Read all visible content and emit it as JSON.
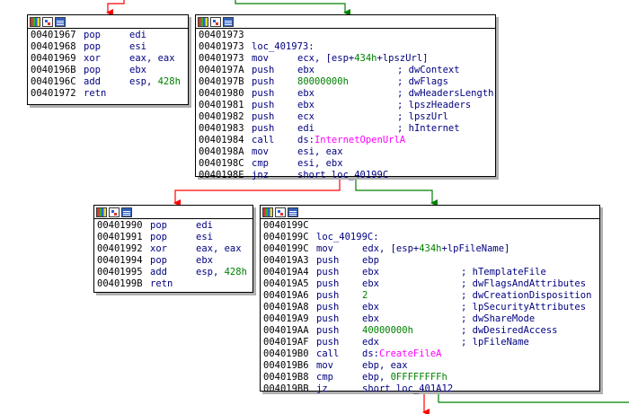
{
  "colors": {
    "false_branch": "#ff0000",
    "true_branch": "#008000",
    "address": "#000000",
    "instruction": "#000080",
    "immediate": "#008000",
    "import": "#ff00ff"
  },
  "icons": [
    "color-palette-icon",
    "graph-view-icon",
    "text-view-icon"
  ],
  "blocks": [
    {
      "id": "block-401967",
      "lines": [
        {
          "addr": "00401967",
          "parts": [
            {
              "t": "pop",
              "c": "mn"
            },
            {
              "t": "edi",
              "c": "op"
            }
          ]
        },
        {
          "addr": "00401968",
          "parts": [
            {
              "t": "pop",
              "c": "mn"
            },
            {
              "t": "esi",
              "c": "op"
            }
          ]
        },
        {
          "addr": "00401969",
          "parts": [
            {
              "t": "xor",
              "c": "mn"
            },
            {
              "t": "eax, eax",
              "c": "op"
            }
          ]
        },
        {
          "addr": "0040196B",
          "parts": [
            {
              "t": "pop",
              "c": "mn"
            },
            {
              "t": "ebx",
              "c": "op"
            }
          ]
        },
        {
          "addr": "0040196C",
          "parts": [
            {
              "t": "add",
              "c": "mn"
            },
            {
              "t": "esp, ",
              "c": "op"
            },
            {
              "t": "428h",
              "c": "num"
            }
          ]
        },
        {
          "addr": "00401972",
          "parts": [
            {
              "t": "retn",
              "c": "mn"
            }
          ]
        }
      ]
    },
    {
      "id": "block-401973",
      "lines": [
        {
          "addr": "00401973",
          "parts": []
        },
        {
          "addr": "00401973",
          "parts": [
            {
              "t": "loc_401973:",
              "c": "label"
            }
          ]
        },
        {
          "addr": "00401973",
          "parts": [
            {
              "t": "mov",
              "c": "mn"
            },
            {
              "t": "ecx, [esp+",
              "c": "op"
            },
            {
              "t": "434h",
              "c": "num"
            },
            {
              "t": "+lpszUrl]",
              "c": "op"
            }
          ]
        },
        {
          "addr": "0040197A",
          "parts": [
            {
              "t": "push",
              "c": "mn"
            },
            {
              "t": "ebx",
              "c": "op"
            }
          ],
          "comment": "; dwContext"
        },
        {
          "addr": "0040197B",
          "parts": [
            {
              "t": "push",
              "c": "mn"
            },
            {
              "t": "80000000h",
              "c": "num"
            }
          ],
          "comment": "; dwFlags"
        },
        {
          "addr": "00401980",
          "parts": [
            {
              "t": "push",
              "c": "mn"
            },
            {
              "t": "ebx",
              "c": "op"
            }
          ],
          "comment": "; dwHeadersLength"
        },
        {
          "addr": "00401981",
          "parts": [
            {
              "t": "push",
              "c": "mn"
            },
            {
              "t": "ebx",
              "c": "op"
            }
          ],
          "comment": "; lpszHeaders"
        },
        {
          "addr": "00401982",
          "parts": [
            {
              "t": "push",
              "c": "mn"
            },
            {
              "t": "ecx",
              "c": "op"
            }
          ],
          "comment": "; lpszUrl"
        },
        {
          "addr": "00401983",
          "parts": [
            {
              "t": "push",
              "c": "mn"
            },
            {
              "t": "edi",
              "c": "op"
            }
          ],
          "comment": "; hInternet"
        },
        {
          "addr": "00401984",
          "parts": [
            {
              "t": "call",
              "c": "mn"
            },
            {
              "t": "ds:",
              "c": "op"
            },
            {
              "t": "InternetOpenUrlA",
              "c": "imp"
            }
          ]
        },
        {
          "addr": "0040198A",
          "parts": [
            {
              "t": "mov",
              "c": "mn"
            },
            {
              "t": "esi, eax",
              "c": "op"
            }
          ]
        },
        {
          "addr": "0040198C",
          "parts": [
            {
              "t": "cmp",
              "c": "mn"
            },
            {
              "t": "esi, ebx",
              "c": "op"
            }
          ]
        },
        {
          "addr": "0040198E",
          "parts": [
            {
              "t": "jnz",
              "c": "mn"
            },
            {
              "t": "short loc_40199C",
              "c": "op"
            }
          ]
        }
      ]
    },
    {
      "id": "block-401990",
      "lines": [
        {
          "addr": "00401990",
          "parts": [
            {
              "t": "pop",
              "c": "mn"
            },
            {
              "t": "edi",
              "c": "op"
            }
          ]
        },
        {
          "addr": "00401991",
          "parts": [
            {
              "t": "pop",
              "c": "mn"
            },
            {
              "t": "esi",
              "c": "op"
            }
          ]
        },
        {
          "addr": "00401992",
          "parts": [
            {
              "t": "xor",
              "c": "mn"
            },
            {
              "t": "eax, eax",
              "c": "op"
            }
          ]
        },
        {
          "addr": "00401994",
          "parts": [
            {
              "t": "pop",
              "c": "mn"
            },
            {
              "t": "ebx",
              "c": "op"
            }
          ]
        },
        {
          "addr": "00401995",
          "parts": [
            {
              "t": "add",
              "c": "mn"
            },
            {
              "t": "esp, ",
              "c": "op"
            },
            {
              "t": "428h",
              "c": "num"
            }
          ]
        },
        {
          "addr": "0040199B",
          "parts": [
            {
              "t": "retn",
              "c": "mn"
            }
          ]
        }
      ]
    },
    {
      "id": "block-40199C",
      "lines": [
        {
          "addr": "0040199C",
          "parts": []
        },
        {
          "addr": "0040199C",
          "parts": [
            {
              "t": "loc_40199C:",
              "c": "label"
            }
          ]
        },
        {
          "addr": "0040199C",
          "parts": [
            {
              "t": "mov",
              "c": "mn"
            },
            {
              "t": "edx, [esp+",
              "c": "op"
            },
            {
              "t": "434h",
              "c": "num"
            },
            {
              "t": "+lpFileName]",
              "c": "op"
            }
          ]
        },
        {
          "addr": "004019A3",
          "parts": [
            {
              "t": "push",
              "c": "mn"
            },
            {
              "t": "ebp",
              "c": "op"
            }
          ]
        },
        {
          "addr": "004019A4",
          "parts": [
            {
              "t": "push",
              "c": "mn"
            },
            {
              "t": "ebx",
              "c": "op"
            }
          ],
          "comment": "; hTemplateFile"
        },
        {
          "addr": "004019A5",
          "parts": [
            {
              "t": "push",
              "c": "mn"
            },
            {
              "t": "ebx",
              "c": "op"
            }
          ],
          "comment": "; dwFlagsAndAttributes"
        },
        {
          "addr": "004019A6",
          "parts": [
            {
              "t": "push",
              "c": "mn"
            },
            {
              "t": "2",
              "c": "num"
            }
          ],
          "comment": "; dwCreationDisposition"
        },
        {
          "addr": "004019A8",
          "parts": [
            {
              "t": "push",
              "c": "mn"
            },
            {
              "t": "ebx",
              "c": "op"
            }
          ],
          "comment": "; lpSecurityAttributes"
        },
        {
          "addr": "004019A9",
          "parts": [
            {
              "t": "push",
              "c": "mn"
            },
            {
              "t": "ebx",
              "c": "op"
            }
          ],
          "comment": "; dwShareMode"
        },
        {
          "addr": "004019AA",
          "parts": [
            {
              "t": "push",
              "c": "mn"
            },
            {
              "t": "40000000h",
              "c": "num"
            }
          ],
          "comment": "; dwDesiredAccess"
        },
        {
          "addr": "004019AF",
          "parts": [
            {
              "t": "push",
              "c": "mn"
            },
            {
              "t": "edx",
              "c": "op"
            }
          ],
          "comment": "; lpFileName"
        },
        {
          "addr": "004019B0",
          "parts": [
            {
              "t": "call",
              "c": "mn"
            },
            {
              "t": "ds:",
              "c": "op"
            },
            {
              "t": "CreateFileA",
              "c": "imp"
            }
          ]
        },
        {
          "addr": "004019B6",
          "parts": [
            {
              "t": "mov",
              "c": "mn"
            },
            {
              "t": "ebp, eax",
              "c": "op"
            }
          ]
        },
        {
          "addr": "004019B8",
          "parts": [
            {
              "t": "cmp",
              "c": "mn"
            },
            {
              "t": "ebp, ",
              "c": "op"
            },
            {
              "t": "0FFFFFFFFh",
              "c": "num"
            }
          ]
        },
        {
          "addr": "004019BB",
          "parts": [
            {
              "t": "jz",
              "c": "mn"
            },
            {
              "t": "short loc_401A12",
              "c": "op"
            }
          ]
        }
      ]
    }
  ]
}
